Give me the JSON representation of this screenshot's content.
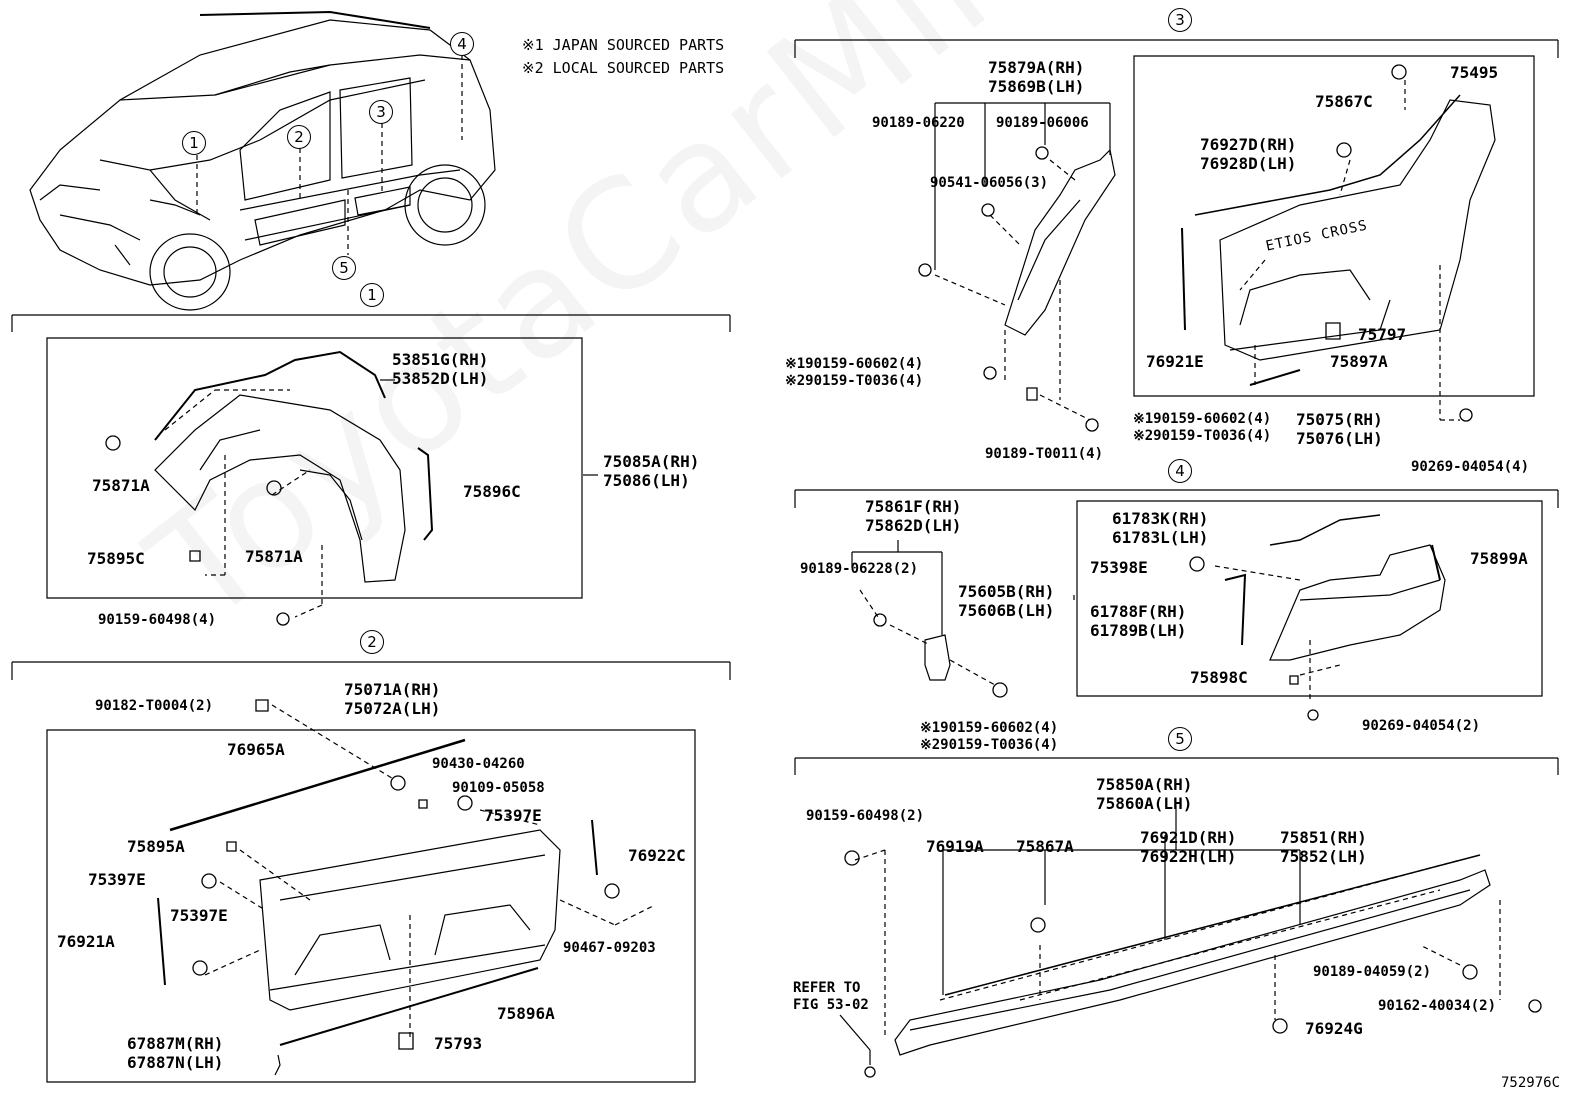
{
  "notes": {
    "n1": "※1 JAPAN SOURCED PARTS",
    "n2": "※2 LOCAL SOURCED PARTS"
  },
  "watermark": "ToyotaCarMine.com",
  "callouts": {
    "c1": "1",
    "c2": "2",
    "c3": "3",
    "c4": "4",
    "c5": "5"
  },
  "s1": {
    "p53851": "53851G(RH)\n53852D(LH)",
    "p75085": "75085A(RH)\n75086(LH)",
    "p75871a_1": "75871A",
    "p75871a_2": "75871A",
    "p75896c": "75896C",
    "p75895c": "75895C",
    "p90159": "90159-60498(4)"
  },
  "s2": {
    "p75071": "75071A(RH)\n75072A(LH)",
    "p90182": "90182-T0004(2)",
    "p76965a": "76965A",
    "p90430": "90430-04260",
    "p90109": "90109-05058",
    "p75397e_1": "75397E",
    "p75895a": "75895A",
    "p76922c": "76922C",
    "p75397e_2": "75397E",
    "p75397e_3": "75397E",
    "p76921a": "76921A",
    "p90467": "90467-09203",
    "p75896a": "75896A",
    "p67887": "67887M(RH)\n67887N(LH)",
    "p75793": "75793"
  },
  "s3": {
    "p75879": "75879A(RH)\n75869B(LH)",
    "p90189_0622": "90189-06220",
    "p90189_06006": "90189-06006",
    "p90541": "90541-06056(3)",
    "p190159a": "※190159-60602(4)\n※290159-T0036(4)",
    "p90189_t0011": "90189-T0011(4)",
    "p190159b": "※190159-60602(4)\n※290159-T0036(4)",
    "p75075": "75075(RH)\n75076(LH)",
    "p75495": "75495",
    "p75867c": "75867C",
    "p76927": "76927D(RH)\n76928D(LH)",
    "p75797": "75797",
    "p76921e": "76921E",
    "p75897a": "75897A",
    "p90269_4": "90269-04054(4)",
    "emblem": "ETIOS CROSS"
  },
  "s4": {
    "p75861": "75861F(RH)\n75862D(LH)",
    "p90189_06228": "90189-06228(2)",
    "p75605": "75605B(RH)\n75606B(LH)",
    "p190159c": "※190159-60602(4)\n※290159-T0036(4)",
    "p61783": "61783K(RH)\n61783L(LH)",
    "p75398e": "75398E",
    "p75899a": "75899A",
    "p61788": "61788F(RH)\n61789B(LH)",
    "p75898c": "75898C",
    "p90269_2": "90269-04054(2)"
  },
  "s5": {
    "p75850": "75850A(RH)\n75860A(LH)",
    "p90159_2": "90159-60498(2)",
    "p76919a": "76919A",
    "p75867a": "75867A",
    "p76921d": "76921D(RH)\n76922H(LH)",
    "p75851": "75851(RH)\n75852(LH)",
    "p90189_04059": "90189-04059(2)",
    "p90162": "90162-40034(2)",
    "p76924g": "76924G",
    "refer": "REFER TO\nFIG 53-02"
  },
  "figure_id": "752976C"
}
